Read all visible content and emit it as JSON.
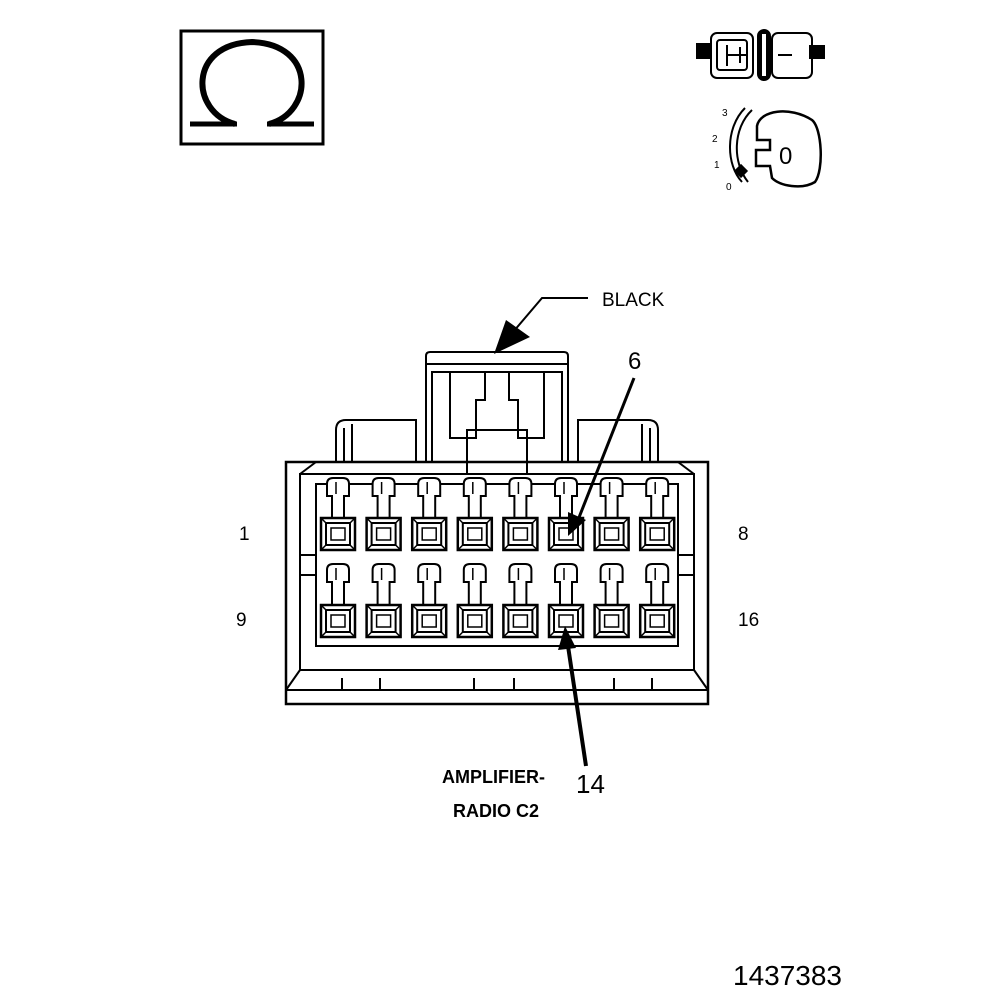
{
  "connector_color": "BLACK",
  "callouts": {
    "top_pin": "6",
    "bottom_pin": "14"
  },
  "row_labels": {
    "top_left": "1",
    "top_right": "8",
    "bottom_left": "9",
    "bottom_right": "16"
  },
  "connector_name": {
    "line1": "AMPLIFIER-",
    "line2": "RADIO C2"
  },
  "ignition_positions": [
    "3",
    "2",
    "1",
    "0"
  ],
  "ignition_key_label": "0",
  "figure_number": "1437383",
  "icons": [
    "ohm-meter-icon",
    "disconnected-connector-icon",
    "ignition-key-icon"
  ]
}
